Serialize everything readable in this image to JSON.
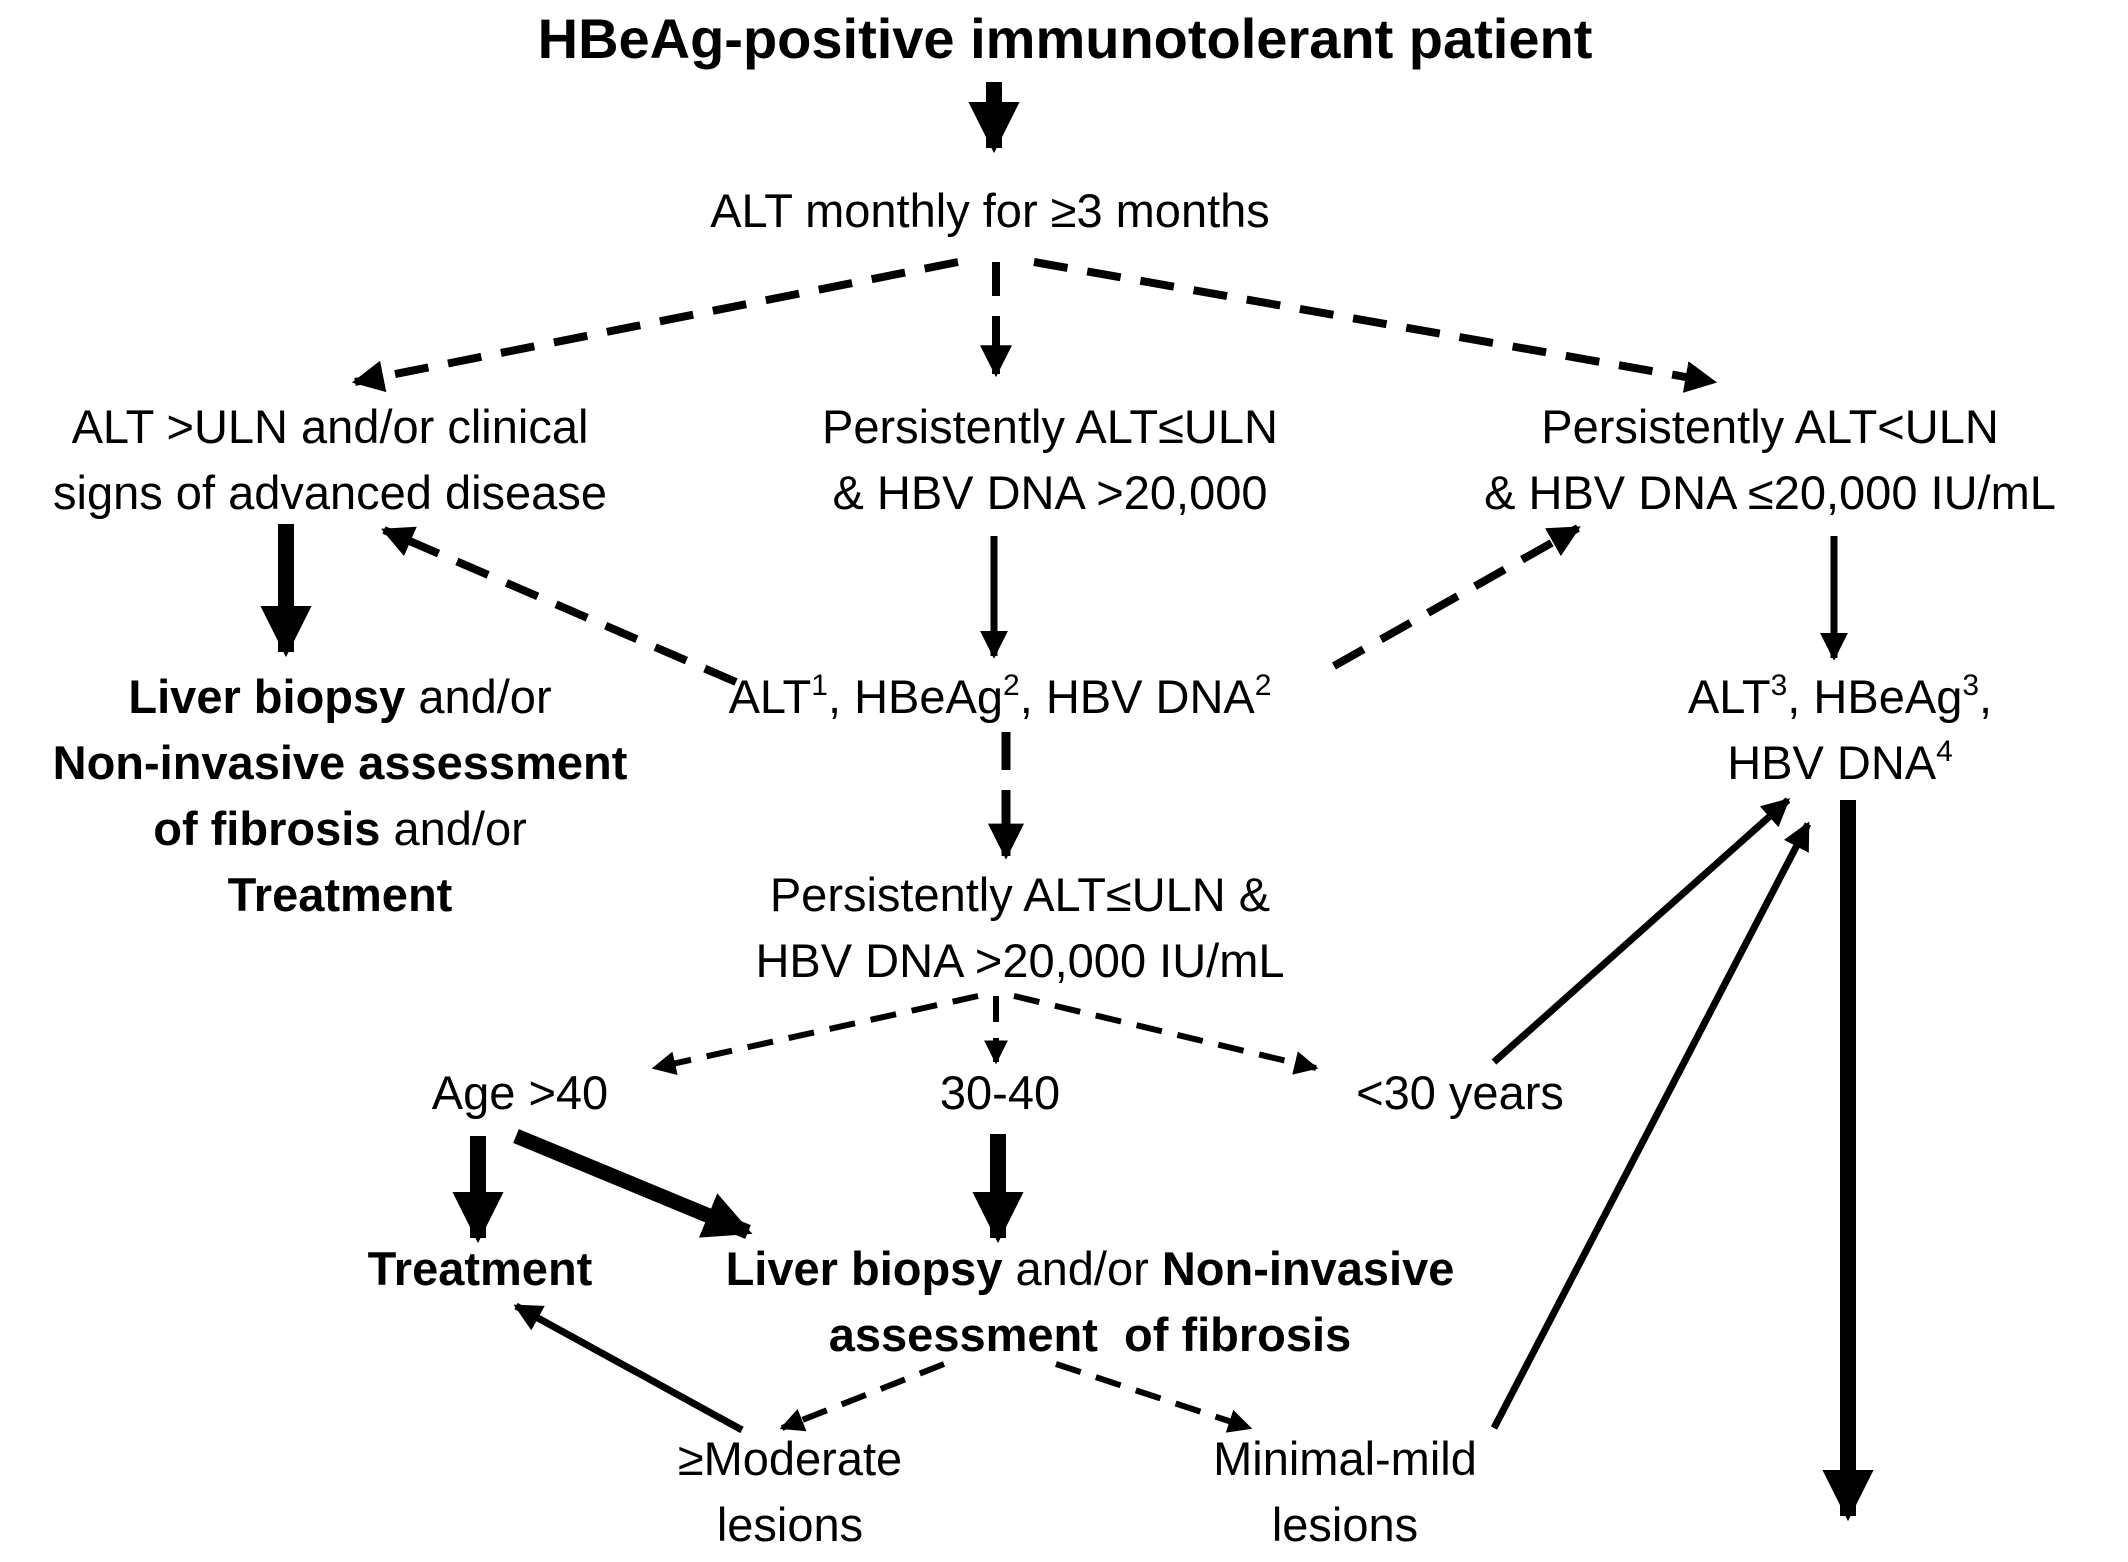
{
  "title": "HBeAg-positive immunotolerant patient",
  "alt_monthly": "ALT monthly for ≥3 months",
  "left_branch": {
    "line1": "ALT >ULN and/or  clinical",
    "line2": "signs of advanced disease"
  },
  "mid_branch": {
    "line1": "Persistently ALT≤ULN",
    "line2": "& HBV DNA >20,000"
  },
  "right_branch": {
    "line1": "Persistently ALT<ULN",
    "line2": "& HBV DNA ≤20,000 IU/mL"
  },
  "left_action": {
    "liver_biopsy": "Liver biopsy",
    "and_or_1": " and/or",
    "non_invasive": "Non-invasive assessment",
    "of_fibrosis": "of fibrosis",
    "and_or_2": " and/or",
    "treatment": "Treatment"
  },
  "mid_monitor": {
    "alt": "ALT",
    "alt_sup": "1",
    "hbeag": ", HBeAg",
    "hbeag_sup": "2",
    "hbvdna": ", HBV DNA",
    "hbvdna_sup": "2"
  },
  "right_monitor": {
    "alt": "ALT",
    "alt_sup": "3",
    "hbeag": ", HBeAg",
    "hbeag_sup": "3",
    "comma": ",",
    "hbvdna": "HBV DNA",
    "hbvdna_sup": "4"
  },
  "mid_persist": {
    "line1": "Persistently ALT≤ULN &",
    "line2": "HBV DNA >20,000 IU/mL"
  },
  "ages": {
    "over40": "Age >40",
    "between": "30-40",
    "under30": "<30 years"
  },
  "treatment": "Treatment",
  "biopsy_action": {
    "liver_biopsy": "Liver biopsy",
    "and_or": " and/or ",
    "non_invasive": "Non-invasive",
    "assessment": "assessment",
    "of_fibrosis": "of fibrosis"
  },
  "lesions": {
    "moderate_line1": "≥Moderate",
    "moderate_line2": "lesions",
    "minimal_line1": "Minimal-mild",
    "minimal_line2": "lesions"
  }
}
